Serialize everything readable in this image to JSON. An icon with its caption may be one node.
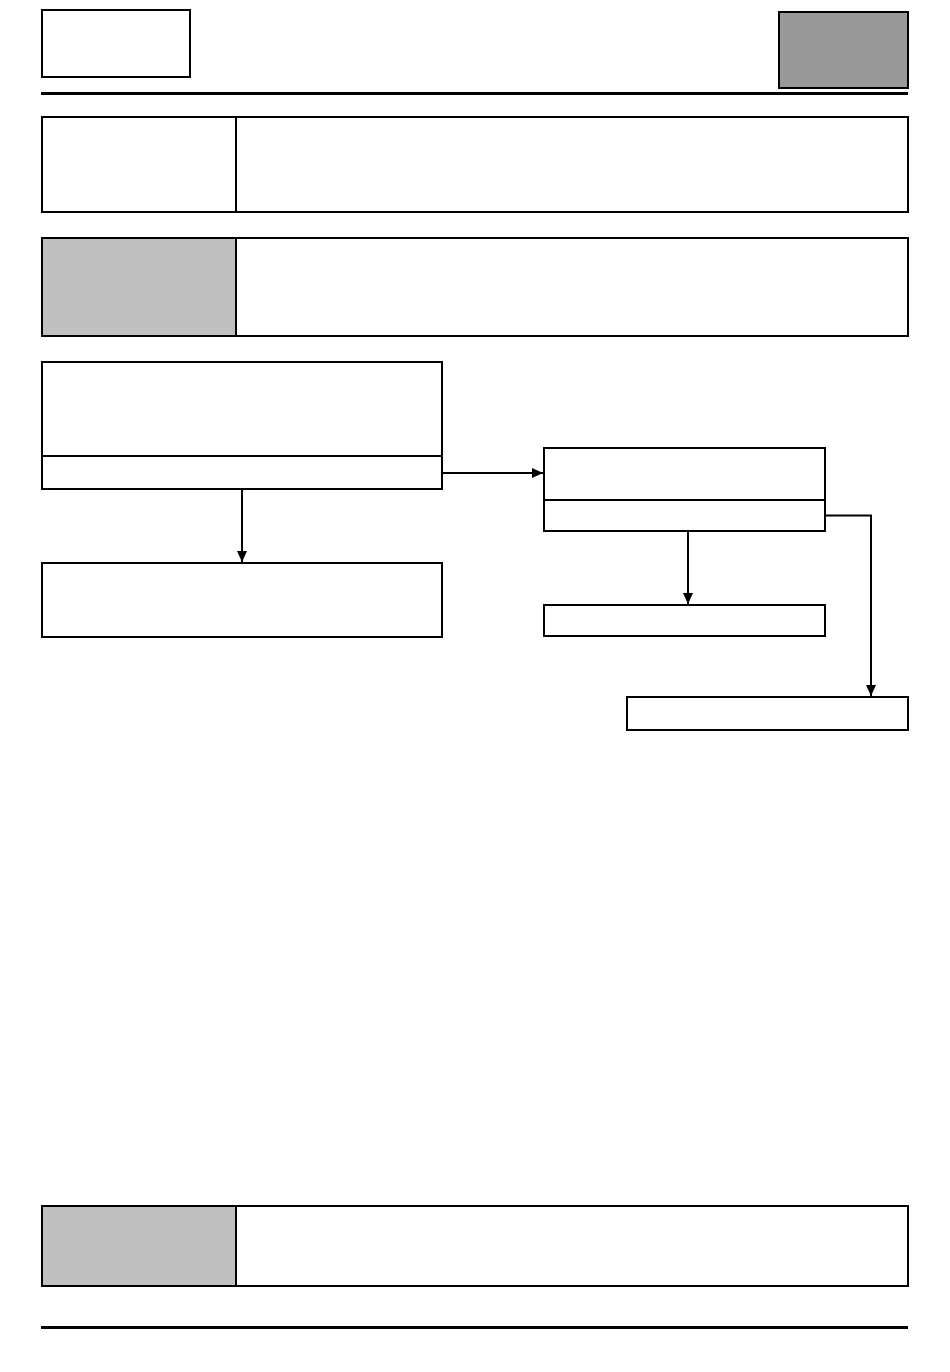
{
  "diagram": {
    "nodes": [
      {
        "text": [],
        "shape": "box"
      },
      {
        "text": [],
        "shape": "box"
      },
      {
        "text": [],
        "shape": "box"
      },
      {
        "text": [],
        "shape": "box"
      },
      {
        "text": [],
        "shape": "box"
      },
      {
        "text": [],
        "shape": "box"
      },
      {
        "text": [],
        "shape": "box"
      },
      {
        "text": [],
        "shape": "box",
        "in": 6
      },
      {
        "text": [],
        "shape": "box"
      },
      {
        "text": [],
        "shape": "box",
        "in": 8
      },
      {
        "text": [],
        "shape": "box"
      },
      {
        "text": [],
        "shape": "box"
      },
      {
        "text": [],
        "shape": "box"
      },
      {
        "text": [],
        "shape": "box"
      },
      {
        "text": [],
        "shape": "box"
      }
    ],
    "edges": [
      {
        "from": 7,
        "to": 8,
        "arrow": "to"
      },
      {
        "from": 7,
        "to": 10,
        "arrow": "to"
      },
      {
        "from": 9,
        "to": 11,
        "arrow": "to"
      },
      {
        "from": 9,
        "to": 12,
        "arrow": "to"
      }
    ]
  }
}
